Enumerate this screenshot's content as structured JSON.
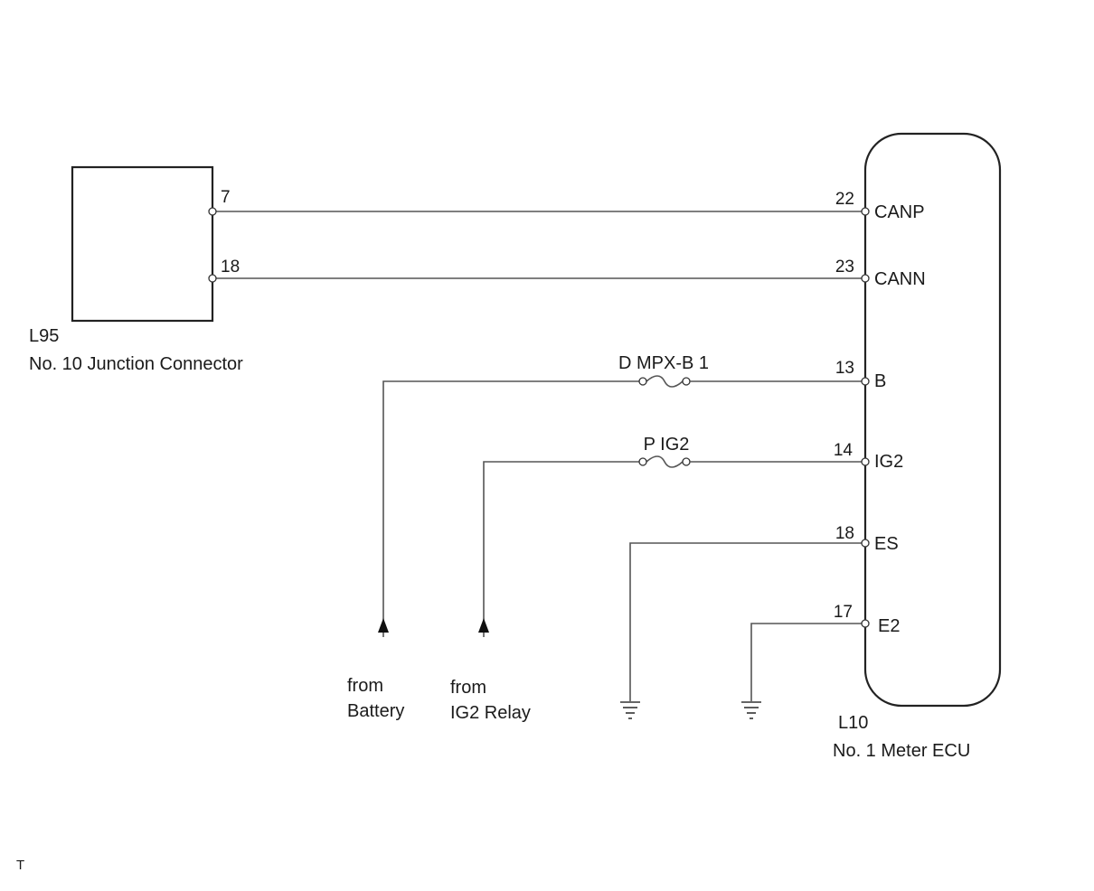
{
  "diagram": {
    "l95": {
      "code": "L95",
      "name": "No. 10 Junction Connector",
      "pins": [
        "7",
        "18"
      ]
    },
    "l10": {
      "code": "L10",
      "name": "No. 1 Meter ECU",
      "pins": [
        {
          "num": "22",
          "label": "CANP"
        },
        {
          "num": "23",
          "label": "CANN"
        },
        {
          "num": "13",
          "label": "B"
        },
        {
          "num": "14",
          "label": "IG2"
        },
        {
          "num": "18",
          "label": "ES"
        },
        {
          "num": "17",
          "label": "E2"
        }
      ]
    },
    "fuses": [
      "D MPX-B 1",
      "P IG2"
    ],
    "sources": [
      {
        "line1": "from",
        "line2": "Battery"
      },
      {
        "line1": "from",
        "line2": "IG2 Relay"
      }
    ],
    "corner_mark": "T"
  }
}
